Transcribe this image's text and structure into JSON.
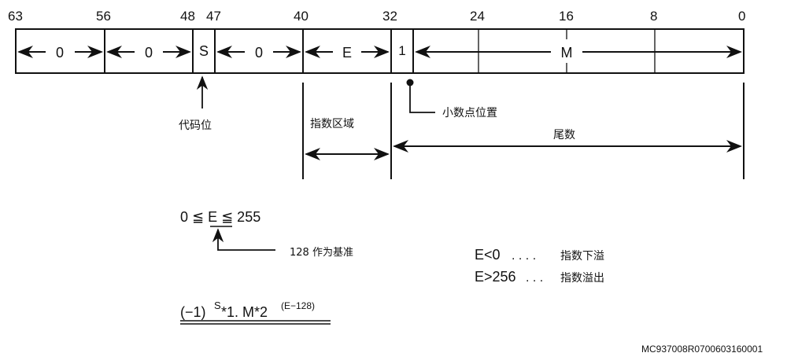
{
  "bit_labels": [
    "63",
    "56",
    "48",
    "47",
    "40",
    "32",
    "24",
    "16",
    "8",
    "0"
  ],
  "fields": {
    "zero1": "0",
    "zero2": "0",
    "sign": "S",
    "zero3": "0",
    "exponent": "E",
    "hidden_one": "1",
    "mantissa": "M"
  },
  "annotations": {
    "sign_bit": "代码位",
    "exponent_area": "指数区域",
    "decimal_point": "小数点位置",
    "mantissa": "尾数"
  },
  "range": {
    "expr": "0 ≦ E ≦ 255",
    "bias_note": "128 作为基准"
  },
  "overflow": [
    {
      "cond": "E<0",
      "dots": ". . . .",
      "label": "指数下溢"
    },
    {
      "cond": "E>256",
      "dots": ". . .",
      "label": "指数溢出"
    }
  ],
  "formula": {
    "base": "(−1)",
    "sup1": "S",
    "mid": "*1. M*2",
    "sup2": "(E−128)"
  },
  "doc_id": "MC937008R0700603160001"
}
